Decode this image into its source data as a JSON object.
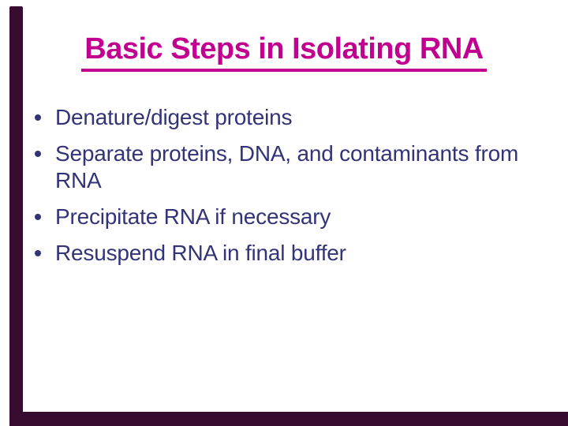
{
  "slide": {
    "title": "Basic Steps in Isolating RNA",
    "bullets": [
      "Denature/digest proteins",
      "Separate proteins, DNA, and contaminants from RNA",
      "Precipitate RNA if necessary",
      "Resuspend RNA in final buffer"
    ]
  },
  "colors": {
    "title": "#c2008f",
    "body_text": "#333377",
    "frame": "#380b30",
    "background": "#ffffff"
  }
}
